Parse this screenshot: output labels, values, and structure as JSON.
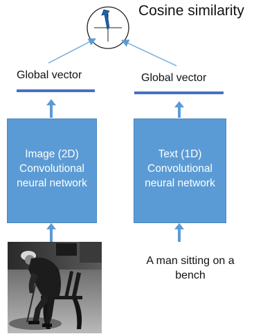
{
  "top": {
    "title": "Cosine similarity"
  },
  "left_branch": {
    "vector_label": "Global vector",
    "network_lines": [
      "Image (2D)",
      "Convolutional",
      "neural network"
    ]
  },
  "right_branch": {
    "vector_label": "Global vector",
    "network_lines": [
      "Text (1D)",
      "Convolutional",
      "neural network"
    ],
    "input_caption_lines": [
      "A man sitting on a",
      "bench"
    ]
  },
  "colors": {
    "box_fill": "#5b9bd5",
    "vector_bar": "#4472c4",
    "arrow": "#5b9bd5",
    "dial_needle": "#1f5fb0"
  },
  "icons": [
    "cosine-dial-icon",
    "photo-man-on-bench"
  ]
}
